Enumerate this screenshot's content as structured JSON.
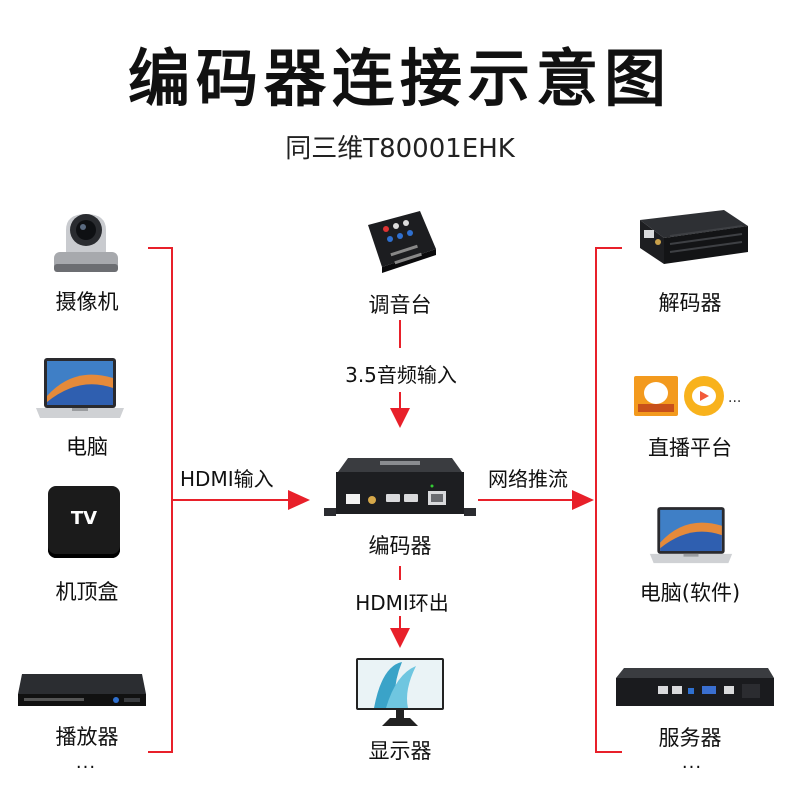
{
  "title": "编码器连接示意图",
  "subtitle": "同三维T80001EHK",
  "inputs": [
    {
      "label": "摄像机",
      "icon": "ptz-camera-icon"
    },
    {
      "label": "电脑",
      "icon": "laptop-icon"
    },
    {
      "label": "机顶盒",
      "icon": "tv-box-icon"
    },
    {
      "label": "播放器",
      "icon": "dvd-player-icon"
    }
  ],
  "inputs_more": "...",
  "center": {
    "mixer_label": "调音台",
    "audio_connection": "3.5音频输入",
    "encoder_label": "编码器",
    "loop_connection": "HDMI环出",
    "monitor_label": "显示器",
    "tv_box_text": "TV"
  },
  "left_connection": "HDMI输入",
  "right_connection": "网络推流",
  "outputs": [
    {
      "label": "解码器",
      "icon": "decoder-icon"
    },
    {
      "label": "直播平台",
      "icon": "live-platform-logos-icon"
    },
    {
      "label": "电脑(软件)",
      "icon": "laptop-icon"
    },
    {
      "label": "服务器",
      "icon": "rack-server-icon"
    }
  ],
  "platform_more": "...",
  "outputs_more": "...",
  "colors": {
    "line": "#e8202a",
    "text": "#111111",
    "device": "#1b1b1b"
  }
}
